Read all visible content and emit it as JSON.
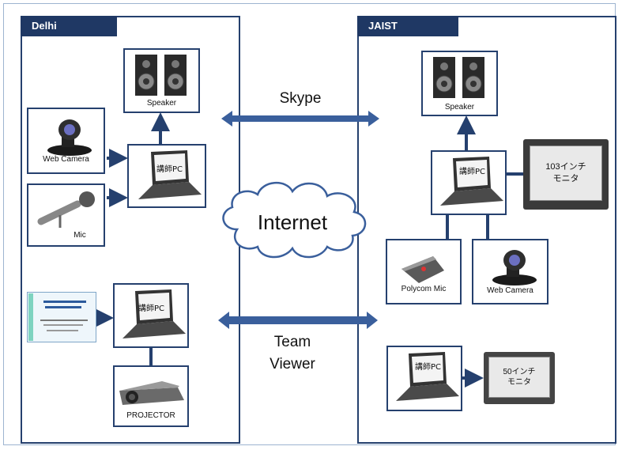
{
  "sites": {
    "left": "Delhi",
    "right": "JAIST"
  },
  "links": {
    "top": "Skype",
    "cloud": "Internet",
    "bottom_line1": "Team",
    "bottom_line2": "Viewer"
  },
  "delhi": {
    "speaker": "Speaker",
    "web_camera": "Web  Camera",
    "mic": "Mic",
    "pc1": "講師PC",
    "pc2": "講師PC",
    "projector": "PROJECTOR"
  },
  "jaist": {
    "speaker": "Speaker",
    "pc1": "講師PC",
    "monitor_large_line1": "103インチ",
    "monitor_large_line2": "モニタ",
    "polycom": "Polycom Mic",
    "web_camera": "Web  Camera",
    "pc2": "講師PC",
    "monitor_small_line1": "50インチ",
    "monitor_small_line2": "モニタ"
  },
  "colors": {
    "navy": "#1f3864",
    "arrow": "#3a5f9c",
    "connector": "#25406e"
  }
}
